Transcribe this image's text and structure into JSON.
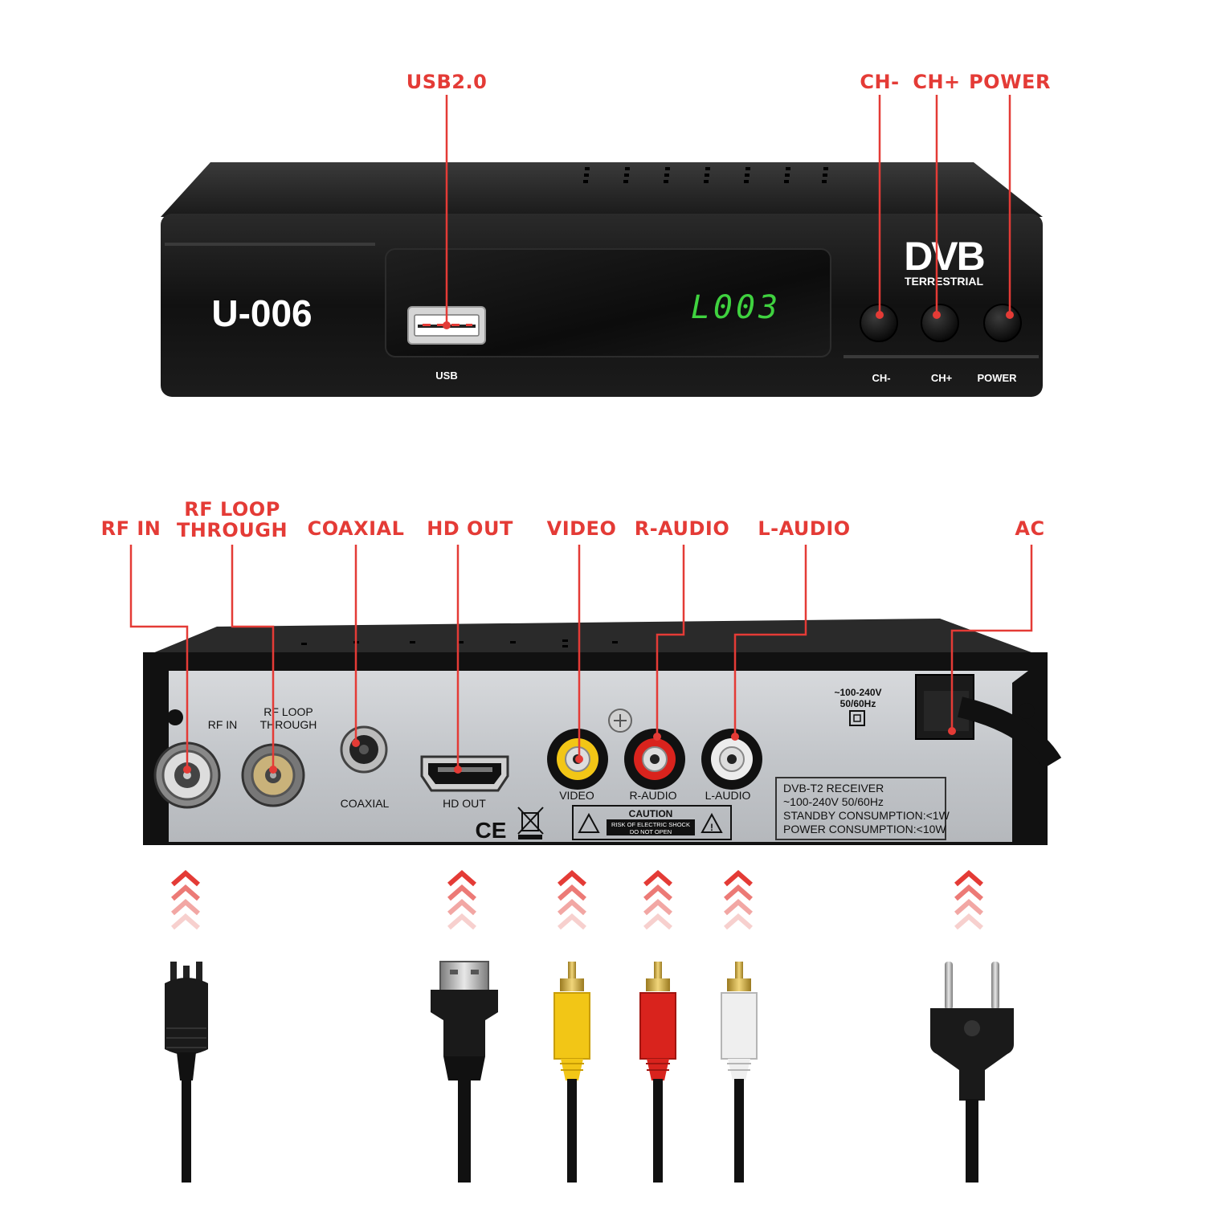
{
  "front_panel": {
    "model": "U-006",
    "display_text": "L003",
    "logo": {
      "main": "DVB",
      "sub": "TERRESTRIAL"
    },
    "port_labels": {
      "usb": "USB",
      "ch_minus": "CH-",
      "ch_plus": "CH+",
      "power": "POWER"
    }
  },
  "front_callouts": {
    "usb": "USB2.0",
    "ch_minus": "CH-",
    "ch_plus": "CH+",
    "power": "POWER"
  },
  "rear_callouts": {
    "rf_in": "RF IN",
    "rf_loop_line1": "RF LOOP",
    "rf_loop_line2": "THROUGH",
    "coaxial": "COAXIAL",
    "hd_out": "HD OUT",
    "video": "VIDEO",
    "r_audio": "R-AUDIO",
    "l_audio": "L-AUDIO",
    "ac": "AC"
  },
  "rear_panel": {
    "port_labels": {
      "rf_in": "RF IN",
      "rf_loop_line1": "RF LOOP",
      "rf_loop_line2": "THROUGH",
      "coaxial": "COAXIAL",
      "hd_out": "HD OUT",
      "video": "VIDEO",
      "r_audio": "R-AUDIO",
      "l_audio": "L-AUDIO"
    },
    "voltage_line1": "~100-240V",
    "voltage_line2": "50/60Hz",
    "ce_mark": "CE",
    "caution_title": "CAUTION",
    "caution_line1": "RISK OF ELECTRIC SHOCK",
    "caution_line2": "DO NOT OPEN",
    "spec_label": [
      "DVB-T2 RECEIVER",
      "~100-240V 50/60Hz",
      "STANDBY CONSUMPTION:<1W",
      "POWER CONSUMPTION:<10W"
    ]
  },
  "colors": {
    "callout": "#e43b36",
    "device_body": "#111111",
    "display_led": "#3fd23f",
    "rca_yellow": "#f2c616",
    "rca_red": "#d9231d",
    "rca_white": "#ececec"
  },
  "cables": [
    "rf-coax-plug",
    "hdmi-cable",
    "rca-yellow-plug",
    "rca-red-plug",
    "rca-white-plug",
    "eu-power-plug"
  ]
}
